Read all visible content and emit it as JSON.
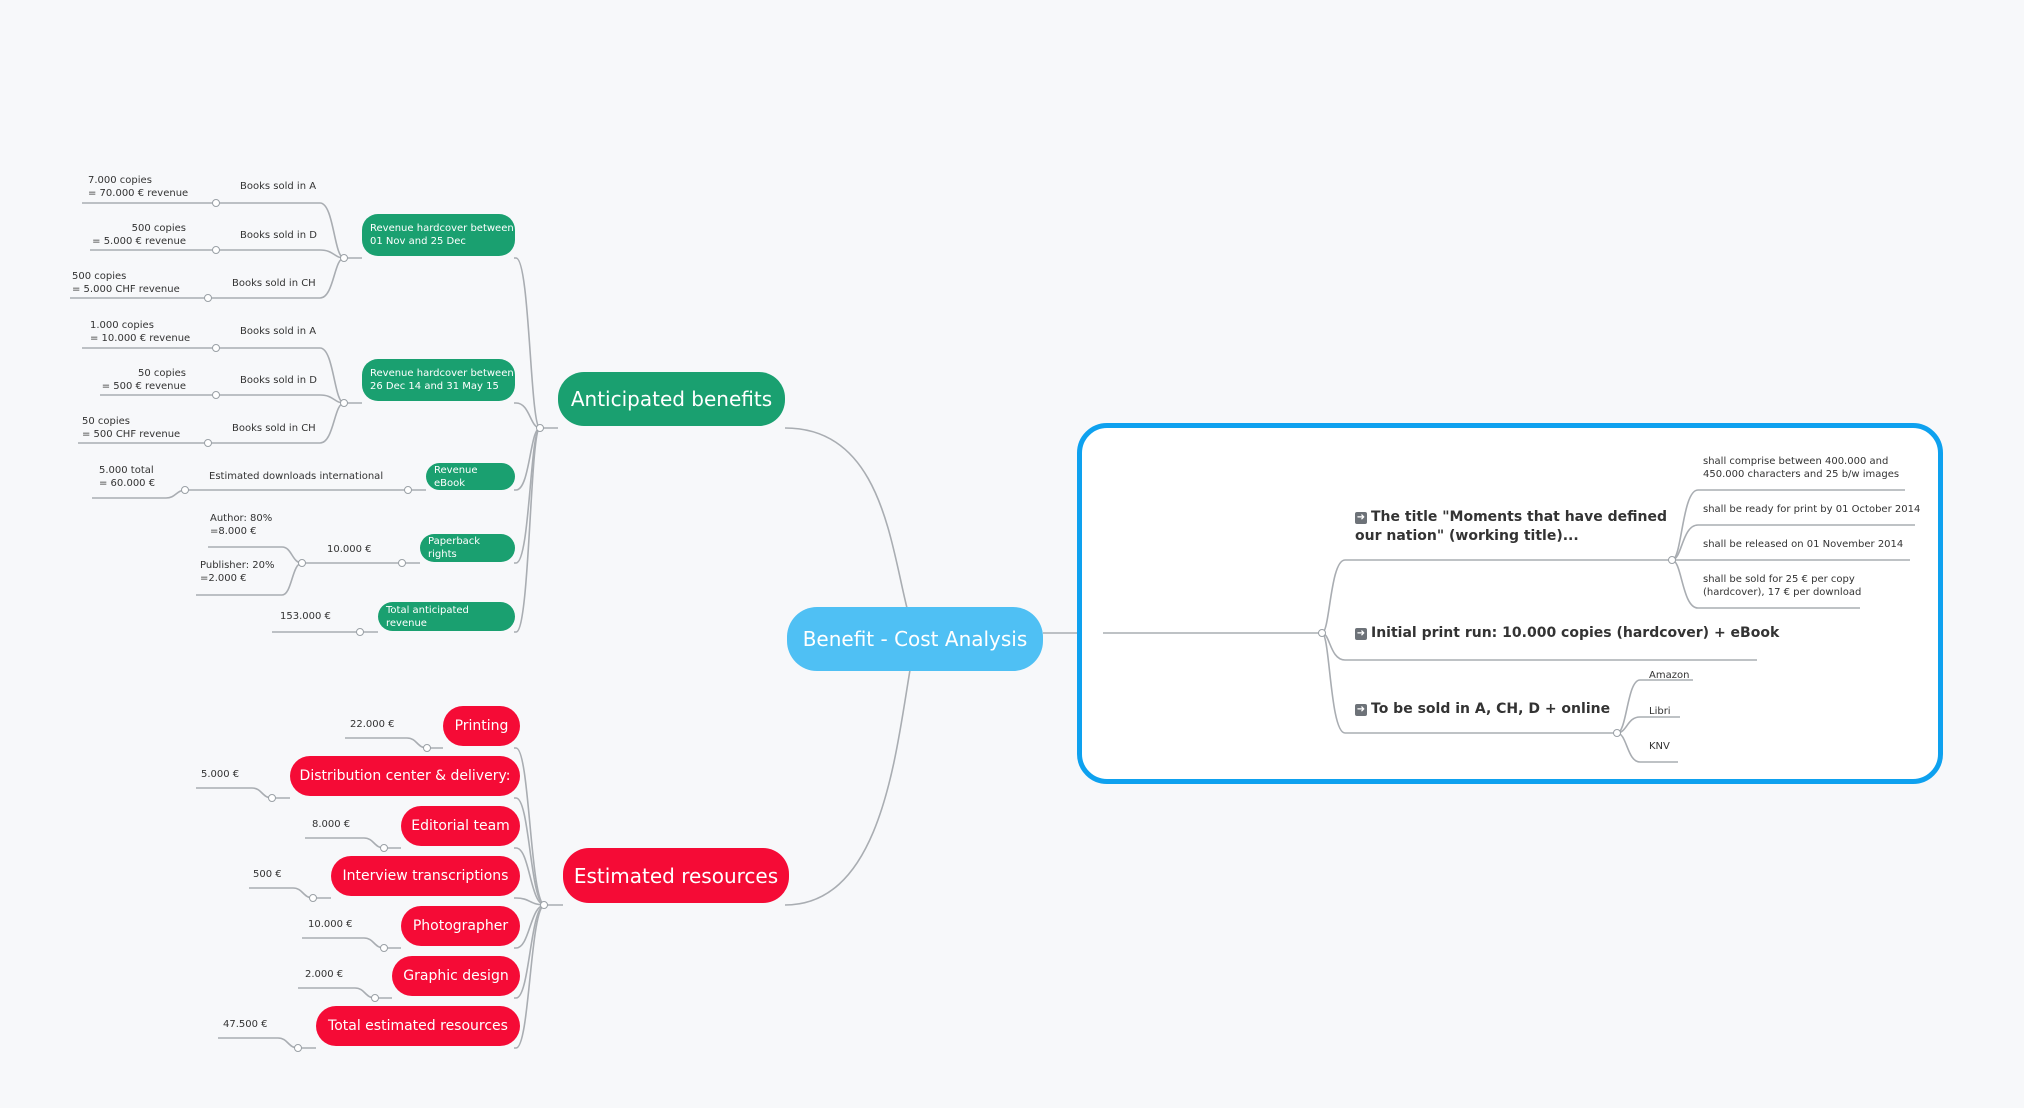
{
  "root": "Benefit - Cost Analysis",
  "benefits": {
    "title": "Anticipated benefits",
    "rev1": {
      "label": "Revenue hardcover between\n01 Nov and 25 Dec",
      "a": {
        "label": "Books sold in A",
        "value": "7.000 copies\n= 70.000 € revenue"
      },
      "d": {
        "label": "Books sold in D",
        "value": "500 copies\n= 5.000 € revenue"
      },
      "ch": {
        "label": "Books sold in CH",
        "value": "500 copies\n= 5.000 CHF revenue"
      }
    },
    "rev2": {
      "label": "Revenue hardcover between\n26 Dec 14 and 31 May 15",
      "a": {
        "label": "Books sold in A",
        "value": "1.000 copies\n= 10.000 € revenue"
      },
      "d": {
        "label": "Books sold in D",
        "value": "50 copies\n= 500 € revenue"
      },
      "ch": {
        "label": "Books sold in CH",
        "value": "50 copies\n= 500 CHF revenue"
      }
    },
    "ebook": {
      "label": "Revenue eBook",
      "sub": "Estimated downloads international",
      "value": "5.000 total\n= 60.000 €"
    },
    "paperback": {
      "label": "Paperback rights",
      "sub": "10.000 €",
      "author": "Author: 80%\n=8.000 €",
      "publisher": "Publisher: 20%\n=2.000 €"
    },
    "total": {
      "label": "Total anticipated revenue",
      "value": "153.000 €"
    }
  },
  "resources": {
    "title": "Estimated resources",
    "items": [
      {
        "label": "Printing",
        "value": "22.000 €"
      },
      {
        "label": "Distribution center & delivery:",
        "value": "5.000 €"
      },
      {
        "label": "Editorial team",
        "value": "8.000 €"
      },
      {
        "label": "Interview transcriptions",
        "value": "500 €"
      },
      {
        "label": "Photographer",
        "value": "10.000 €"
      },
      {
        "label": "Graphic design",
        "value": "2.000 €"
      },
      {
        "label": "Total estimated resources",
        "value": "47.500 €"
      }
    ]
  },
  "goals": {
    "title1": "The title \"Moments that have defined\nour nation\" (working title)...",
    "title1_details": [
      "shall comprise between 400.000 and\n450.000 characters and 25 b/w images",
      "shall be ready for print by 01 October 2014",
      "shall be released on 01 November 2014",
      "shall be sold for 25 € per copy\n(hardcover), 17 € per download"
    ],
    "title2": "Initial print run: 10.000 copies (hardcover) + eBook",
    "title3": "To be sold in A, CH, D + online",
    "title3_details": [
      "Amazon",
      "Libri",
      "KNV"
    ]
  },
  "colors": {
    "root": "#4fc0f4",
    "benefit": "#1aa070",
    "resource": "#f50b36",
    "frame": "#0ea1ef"
  }
}
